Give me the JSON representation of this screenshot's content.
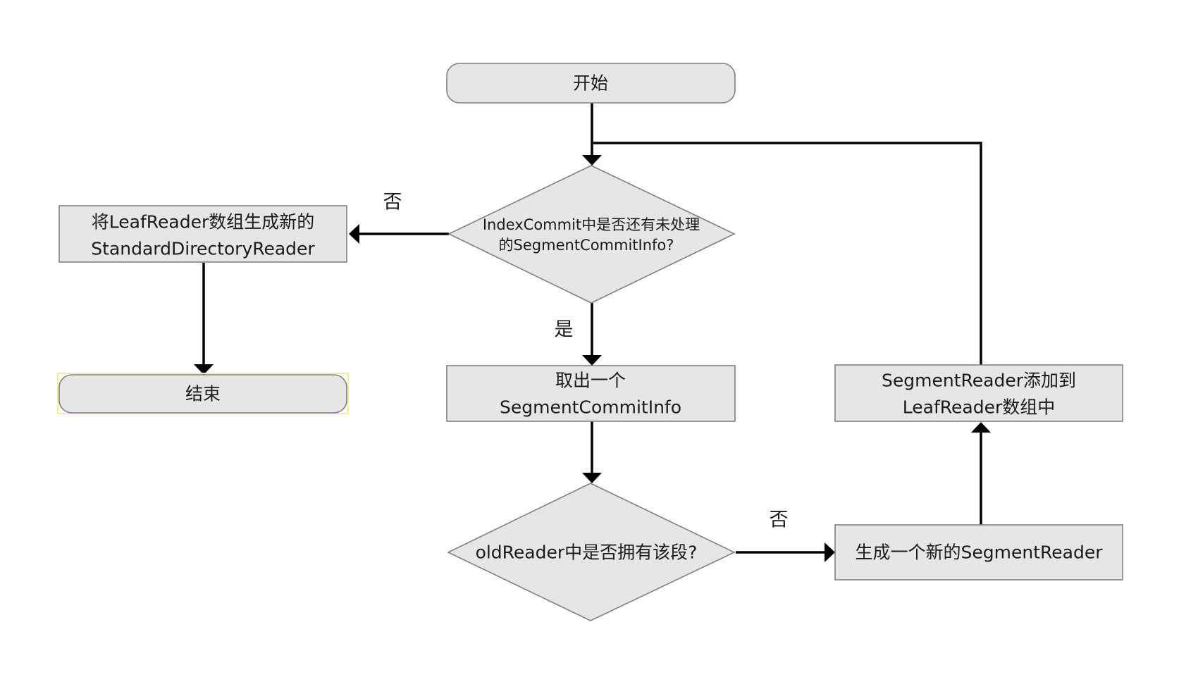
{
  "nodes": {
    "start": {
      "label": "开始"
    },
    "decision_remaining": {
      "line1": "IndexCommit中是否还有未处理",
      "line2": "的SegmentCommitInfo?"
    },
    "build_reader": {
      "line1": "将LeafReader数组生成新的",
      "line2": "StandardDirectoryReader"
    },
    "end": {
      "label": "结束"
    },
    "take_one": {
      "line1": "取出一个",
      "line2": "SegmentCommitInfo"
    },
    "decision_has_segment": {
      "label": "oldReader中是否拥有该段?"
    },
    "new_segment_reader": {
      "label": "生成一个新的SegmentReader"
    },
    "add_to_array": {
      "line1": "SegmentReader添加到",
      "line2": "LeafReader数组中"
    }
  },
  "edges": {
    "no_remaining": {
      "label": "否"
    },
    "yes_remaining": {
      "label": "是"
    },
    "no_segment": {
      "label": "否"
    }
  }
}
